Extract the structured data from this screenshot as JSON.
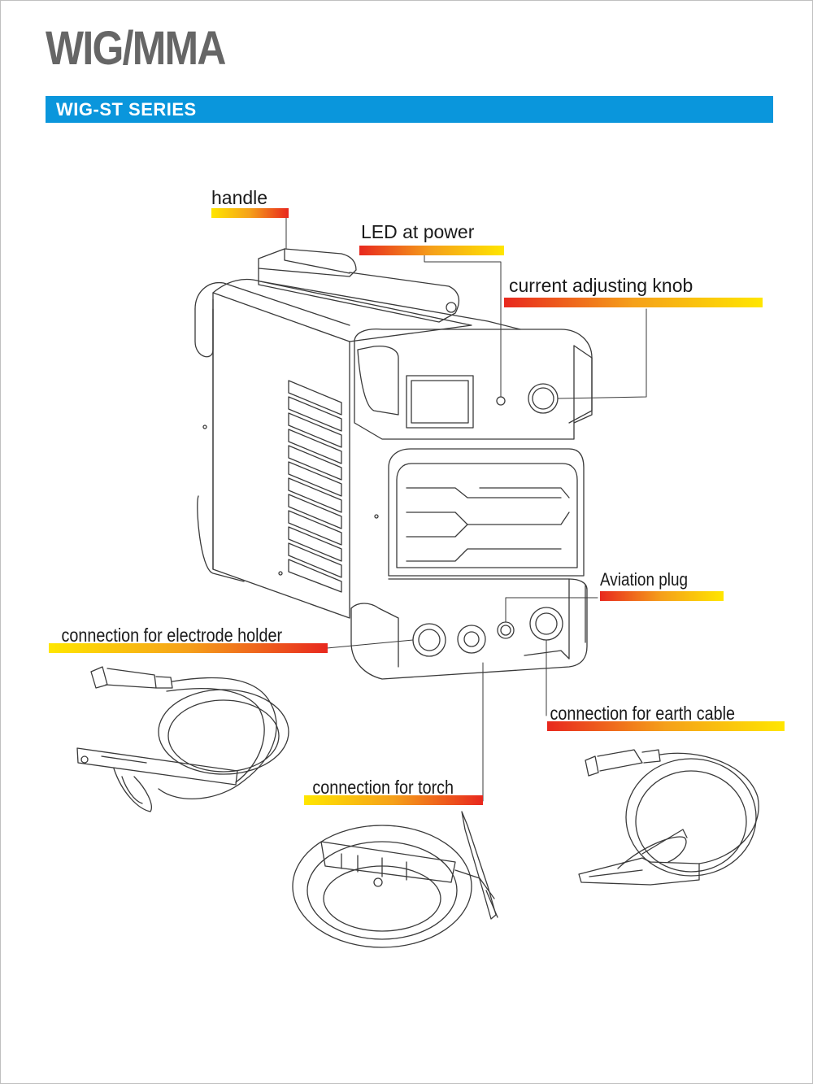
{
  "header": {
    "title": "WIG/MMA",
    "series": "WIG-ST SERIES"
  },
  "colors": {
    "accent_bar": "#0a96dc",
    "title_gray": "#666666",
    "stripe_red": "#e8281e",
    "stripe_orange": "#f5a01a",
    "stripe_yellow": "#ffe600"
  },
  "callouts": {
    "handle": "handle",
    "led_at_power": "LED at power",
    "current_adjusting_knob": "current adjusting knob",
    "aviation_plug": "Aviation plug",
    "connection_electrode_holder": "connection for electrode holder",
    "connection_earth_cable": "connection for earth cable",
    "connection_torch": "connection for torch"
  }
}
